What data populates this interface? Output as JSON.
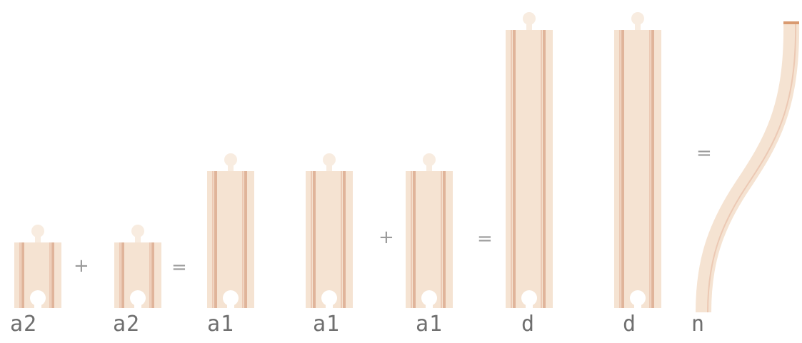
{
  "colors": {
    "wood": "#f5e3d2",
    "wood_light": "#f8ece0",
    "groove": "#e0b49a",
    "groove_edge": "#ecc9b4",
    "text": "#6f6f6f",
    "operator": "#9a9a9a"
  },
  "equation": {
    "op_1": "+",
    "op_2": "=",
    "op_3": "+",
    "op_4": "=",
    "op_5": "="
  },
  "labels": {
    "piece_1": "a2",
    "piece_2": "a2",
    "piece_3": "a1",
    "piece_4": "a1",
    "piece_5": "a1",
    "piece_6": "d",
    "piece_7": "d",
    "piece_8": "n"
  },
  "pieces": [
    {
      "id": "piece_1",
      "kind": "straight",
      "size": "a2"
    },
    {
      "id": "piece_2",
      "kind": "straight",
      "size": "a2"
    },
    {
      "id": "piece_3",
      "kind": "straight",
      "size": "a1"
    },
    {
      "id": "piece_4",
      "kind": "straight",
      "size": "a1"
    },
    {
      "id": "piece_5",
      "kind": "straight",
      "size": "a1"
    },
    {
      "id": "piece_6",
      "kind": "straight",
      "size": "d"
    },
    {
      "id": "piece_7",
      "kind": "straight",
      "size": "d"
    },
    {
      "id": "piece_8",
      "kind": "s-curve",
      "size": "n"
    }
  ]
}
